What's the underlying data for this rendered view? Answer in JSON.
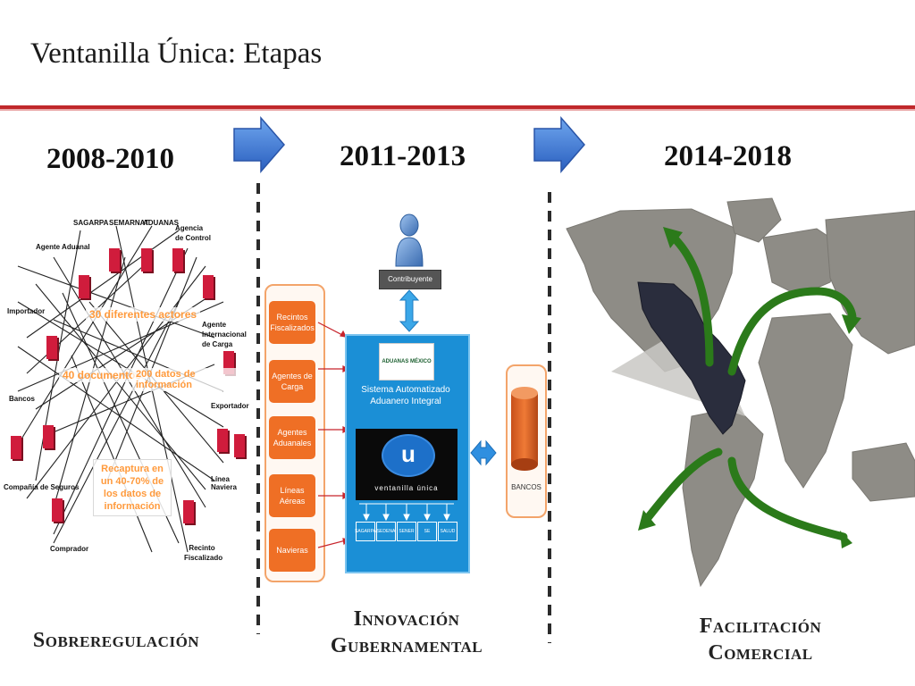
{
  "title": "Ventanilla Única:  Etapas",
  "stages": [
    {
      "years": "2008-2010",
      "caption_line1": "Sobreregulación",
      "caption_line2": ""
    },
    {
      "years": "2011-2013",
      "caption_line1": "Innovación",
      "caption_line2": "Gubernamental"
    },
    {
      "years": "2014-2018",
      "caption_line1": "Facilitación",
      "caption_line2": "Comercial"
    }
  ],
  "stage1": {
    "actors": [
      "SAGARPA",
      "SEMARNAT",
      "ADUANAS",
      "Agencia de Control",
      "Agente Aduanal",
      "Importador",
      "Agente Internacional de Carga",
      "Exportador",
      "Bancos",
      "Línea Naviera",
      "Compañía de Seguros",
      "Comprador",
      "Recinto Fiscalizado"
    ],
    "banner_actors": "30 diferentes actores",
    "banner_documents": "40 documentos",
    "banner_data": "200 datos de información",
    "banner_recapture": "Recaptura en un 40-70% de los datos de información"
  },
  "stage2": {
    "contributor_label": "Contribuyente",
    "left_boxes": [
      "Recintos Fiscalizados",
      "Agentes de Carga",
      "Agentes Aduanales",
      "Líneas Aéreas",
      "Navieras"
    ],
    "aduanas_logo": "ADUANAS MÉXICO",
    "system_label": "Sistema Automatizado Aduanero Integral",
    "vu_logo_letter": "u",
    "vu_logo_text": "ventanilla única",
    "agencies": [
      "SAGARPA",
      "SEDENA",
      "SENER",
      "SE",
      "SALUD"
    ],
    "banks_label": "BANCOS"
  },
  "colors": {
    "accent_red": "#c0282b",
    "arrow_blue": "#3a78d6",
    "panel_blue": "#1b8fd6",
    "orange": "#f07a2e",
    "green_arrow": "#2b7a1a",
    "map_gray": "#8e8c86",
    "mexico_dark": "#2a2d3d"
  }
}
